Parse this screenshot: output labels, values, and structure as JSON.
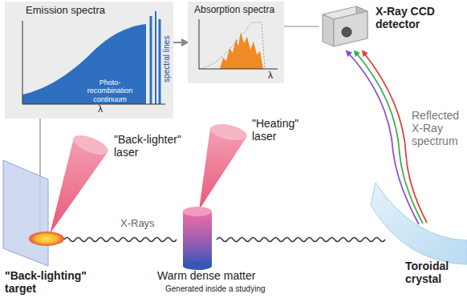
{
  "diagram": {
    "nodes": [
      {
        "text": [
          "Emission spectra",
          "Photo-recombination continuum",
          "spectral lines",
          "λ"
        ]
      },
      {
        "text": [
          "Absorption spectra",
          "λ"
        ]
      },
      {
        "text": [
          "X-Ray CCD detector"
        ]
      }
    ],
    "edges": [
      {
        "from": 0,
        "to": 1,
        "arrow": "to"
      },
      {
        "from": 1,
        "to": 2,
        "arrow": "none"
      }
    ],
    "labels": [
      "\"Back-lighter\" laser",
      "\"Heating\" laser",
      "X-Rays",
      "Warm dense matter",
      "Generated inside a studying",
      "Reflected X-Ray spectrum",
      "Toroidal crystal",
      "\"Back-lighting\" target"
    ]
  }
}
